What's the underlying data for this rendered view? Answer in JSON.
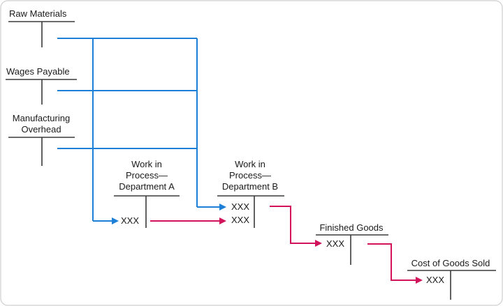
{
  "accounts": {
    "raw_materials": "Raw Materials",
    "wages_payable": "Wages Payable",
    "mfg_overhead_l1": "Manufacturing",
    "mfg_overhead_l2": "Overhead",
    "wip_a_l1": "Work in",
    "wip_a_l2": "Process—",
    "wip_a_l3": "Department A",
    "wip_b_l1": "Work in",
    "wip_b_l2": "Process—",
    "wip_b_l3": "Department B",
    "finished_goods": "Finished Goods",
    "cogs": "Cost of Goods Sold"
  },
  "entries": {
    "wip_a": "XXX",
    "wip_b_1": "XXX",
    "wip_b_2": "XXX",
    "finished_goods": "XXX",
    "cogs": "XXX"
  },
  "colors": {
    "input_flow": "#1e7fd6",
    "transfer_flow": "#d0135a"
  }
}
